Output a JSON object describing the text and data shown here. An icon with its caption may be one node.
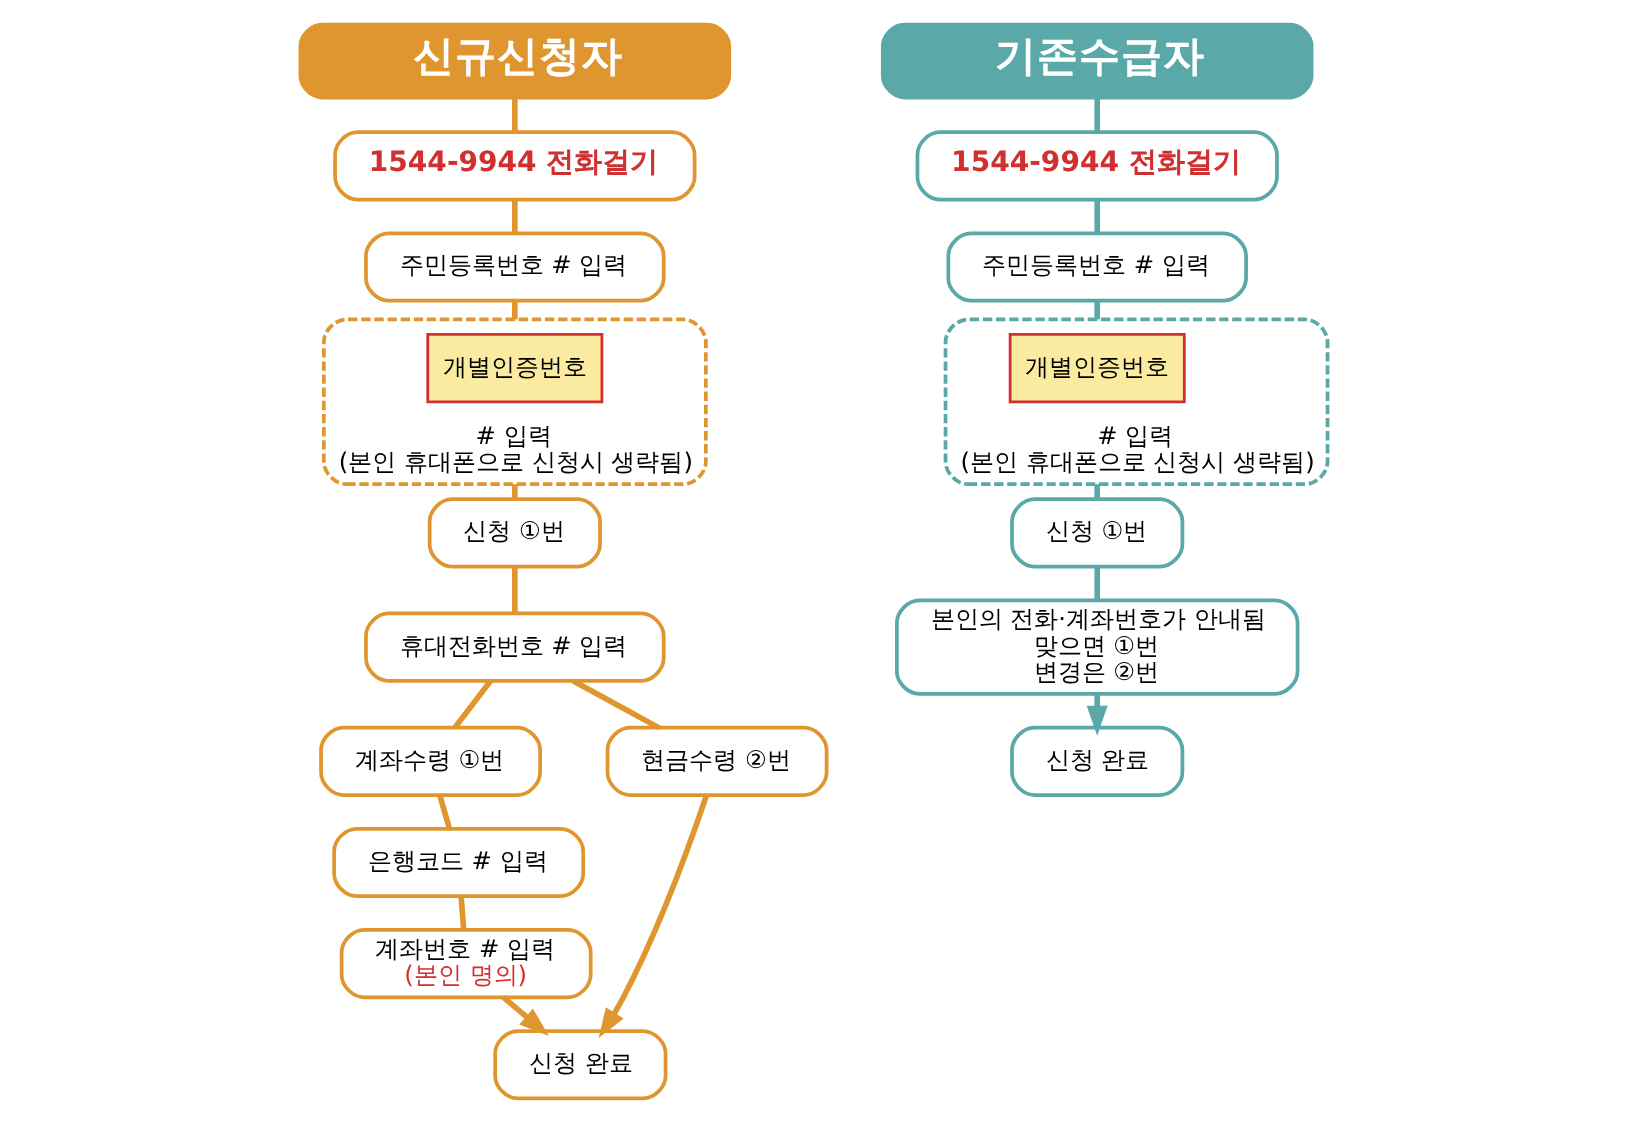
{
  "diagram": {
    "nodes": [
      {
        "text": [
          "신규신청자"
        ]
      },
      {
        "text": [
          "1544-9944 전화걸기"
        ]
      },
      {
        "text": [
          "주민등록번호 # 입력"
        ]
      },
      {
        "text": [
          "# 입력",
          "(본인 휴대폰으로 신청시 생략됨)"
        ]
      },
      {
        "text": [
          "개별인증번호"
        ],
        "in": 3
      },
      {
        "text": [
          "신청 ①번"
        ]
      },
      {
        "text": [
          "휴대전화번호 # 입력"
        ]
      },
      {
        "text": [
          "계좌수령 ①번"
        ]
      },
      {
        "text": [
          "현금수령 ②번"
        ]
      },
      {
        "text": [
          "은행코드 # 입력"
        ]
      },
      {
        "text": [
          "계좌번호 # 입력",
          "(본인 명의)"
        ]
      },
      {
        "text": [
          "신청 완료"
        ]
      },
      {
        "text": [
          "기존수급자"
        ]
      },
      {
        "text": [
          "1544-9944 전화걸기"
        ]
      },
      {
        "text": [
          "주민등록번호 # 입력"
        ]
      },
      {
        "text": [
          "# 입력",
          "(본인 휴대폰으로 신청시 생략됨)"
        ]
      },
      {
        "text": [
          "개별인증번호"
        ],
        "in": 15
      },
      {
        "text": [
          "신청 ①번"
        ]
      },
      {
        "text": [
          "본인의 전화·계좌번호가 안내됨",
          "맞으면 ①번",
          "변경은 ②번"
        ]
      },
      {
        "text": [
          "신청 완료"
        ]
      }
    ],
    "edges": [
      {
        "from": 0,
        "to": 1,
        "arrow": "none"
      },
      {
        "from": 1,
        "to": 2,
        "arrow": "none"
      },
      {
        "from": 2,
        "to": 3,
        "arrow": "none"
      },
      {
        "from": 3,
        "to": 5,
        "arrow": "none"
      },
      {
        "from": 5,
        "to": 6,
        "arrow": "none"
      },
      {
        "from": 6,
        "to": 7,
        "arrow": "none"
      },
      {
        "from": 6,
        "to": 8,
        "arrow": "none"
      },
      {
        "from": 7,
        "to": 9,
        "arrow": "none"
      },
      {
        "from": 9,
        "to": 10,
        "arrow": "none"
      },
      {
        "from": 10,
        "to": 11,
        "arrow": "to"
      },
      {
        "from": 8,
        "to": 11,
        "arrow": "to"
      },
      {
        "from": 12,
        "to": 13,
        "arrow": "none",
        "color": "#5aa8a8"
      },
      {
        "from": 13,
        "to": 14,
        "arrow": "none",
        "color": "#5aa8a8"
      },
      {
        "from": 14,
        "to": 15,
        "arrow": "none",
        "color": "#5aa8a8"
      },
      {
        "from": 15,
        "to": 17,
        "arrow": "none",
        "color": "#5aa8a8"
      },
      {
        "from": 17,
        "to": 18,
        "arrow": "none",
        "color": "#5aa8a8"
      },
      {
        "from": 18,
        "to": 19,
        "arrow": "to",
        "color": "#5aa8a8"
      }
    ]
  }
}
